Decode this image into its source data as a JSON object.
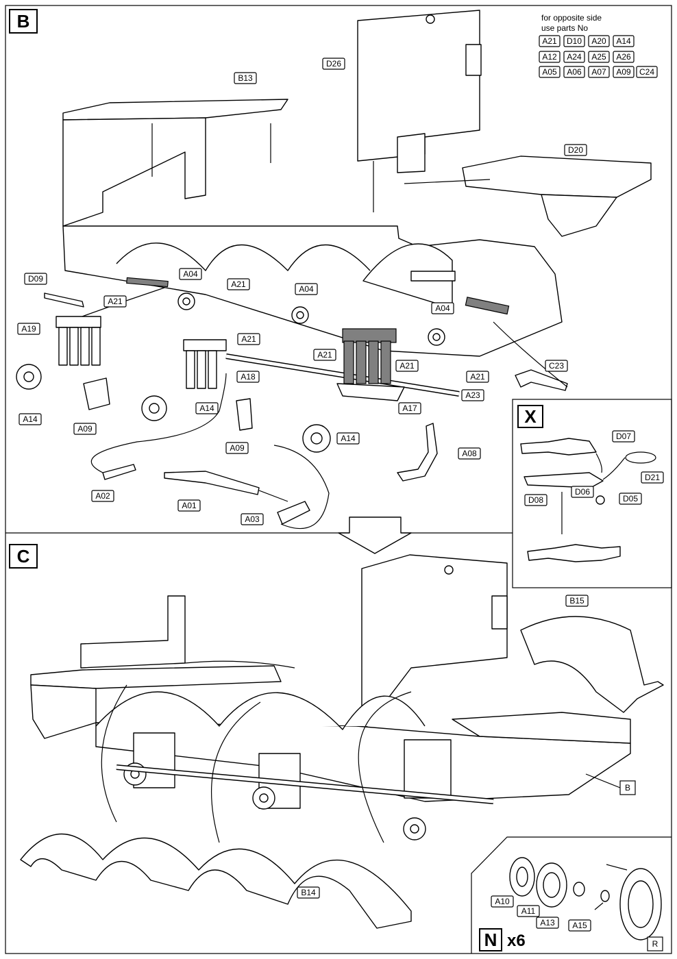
{
  "steps": {
    "b": "B",
    "c": "C",
    "x": "X",
    "n": "N",
    "n_count": "x6"
  },
  "corner_tags": {
    "b_ref": "B",
    "r_ref": "R"
  },
  "note": {
    "line1": "for opposite side",
    "line2": "use parts No",
    "parts": [
      "A21",
      "D10",
      "A20",
      "A14",
      "A12",
      "A24",
      "A25",
      "A26",
      "A05",
      "A06",
      "A07",
      "A09",
      "C24"
    ]
  },
  "labels_b": {
    "b13": "B13",
    "d26": "D26",
    "d20": "D20",
    "d09": "D09",
    "a21a": "A21",
    "a04a": "A04",
    "a21b": "A21",
    "a04b": "A04",
    "a04c": "A04",
    "a19": "A19",
    "a21c": "A21",
    "a21d": "A21",
    "a21e": "A21",
    "a21f": "A21",
    "c23": "C23",
    "a18": "A18",
    "a14a": "A14",
    "a14b": "A14",
    "a14c": "A14",
    "a09a": "A09",
    "a09b": "A09",
    "a17": "A17",
    "a23": "A23",
    "a08": "A08",
    "a02": "A02",
    "a01": "A01",
    "a03": "A03"
  },
  "labels_x": {
    "d07": "D07",
    "d21": "D21",
    "d08": "D08",
    "d06": "D06",
    "d05": "D05"
  },
  "labels_c": {
    "b15": "B15",
    "b14": "B14"
  },
  "labels_n": {
    "a10": "A10",
    "a11": "A11",
    "a13": "A13",
    "a15": "A15"
  }
}
